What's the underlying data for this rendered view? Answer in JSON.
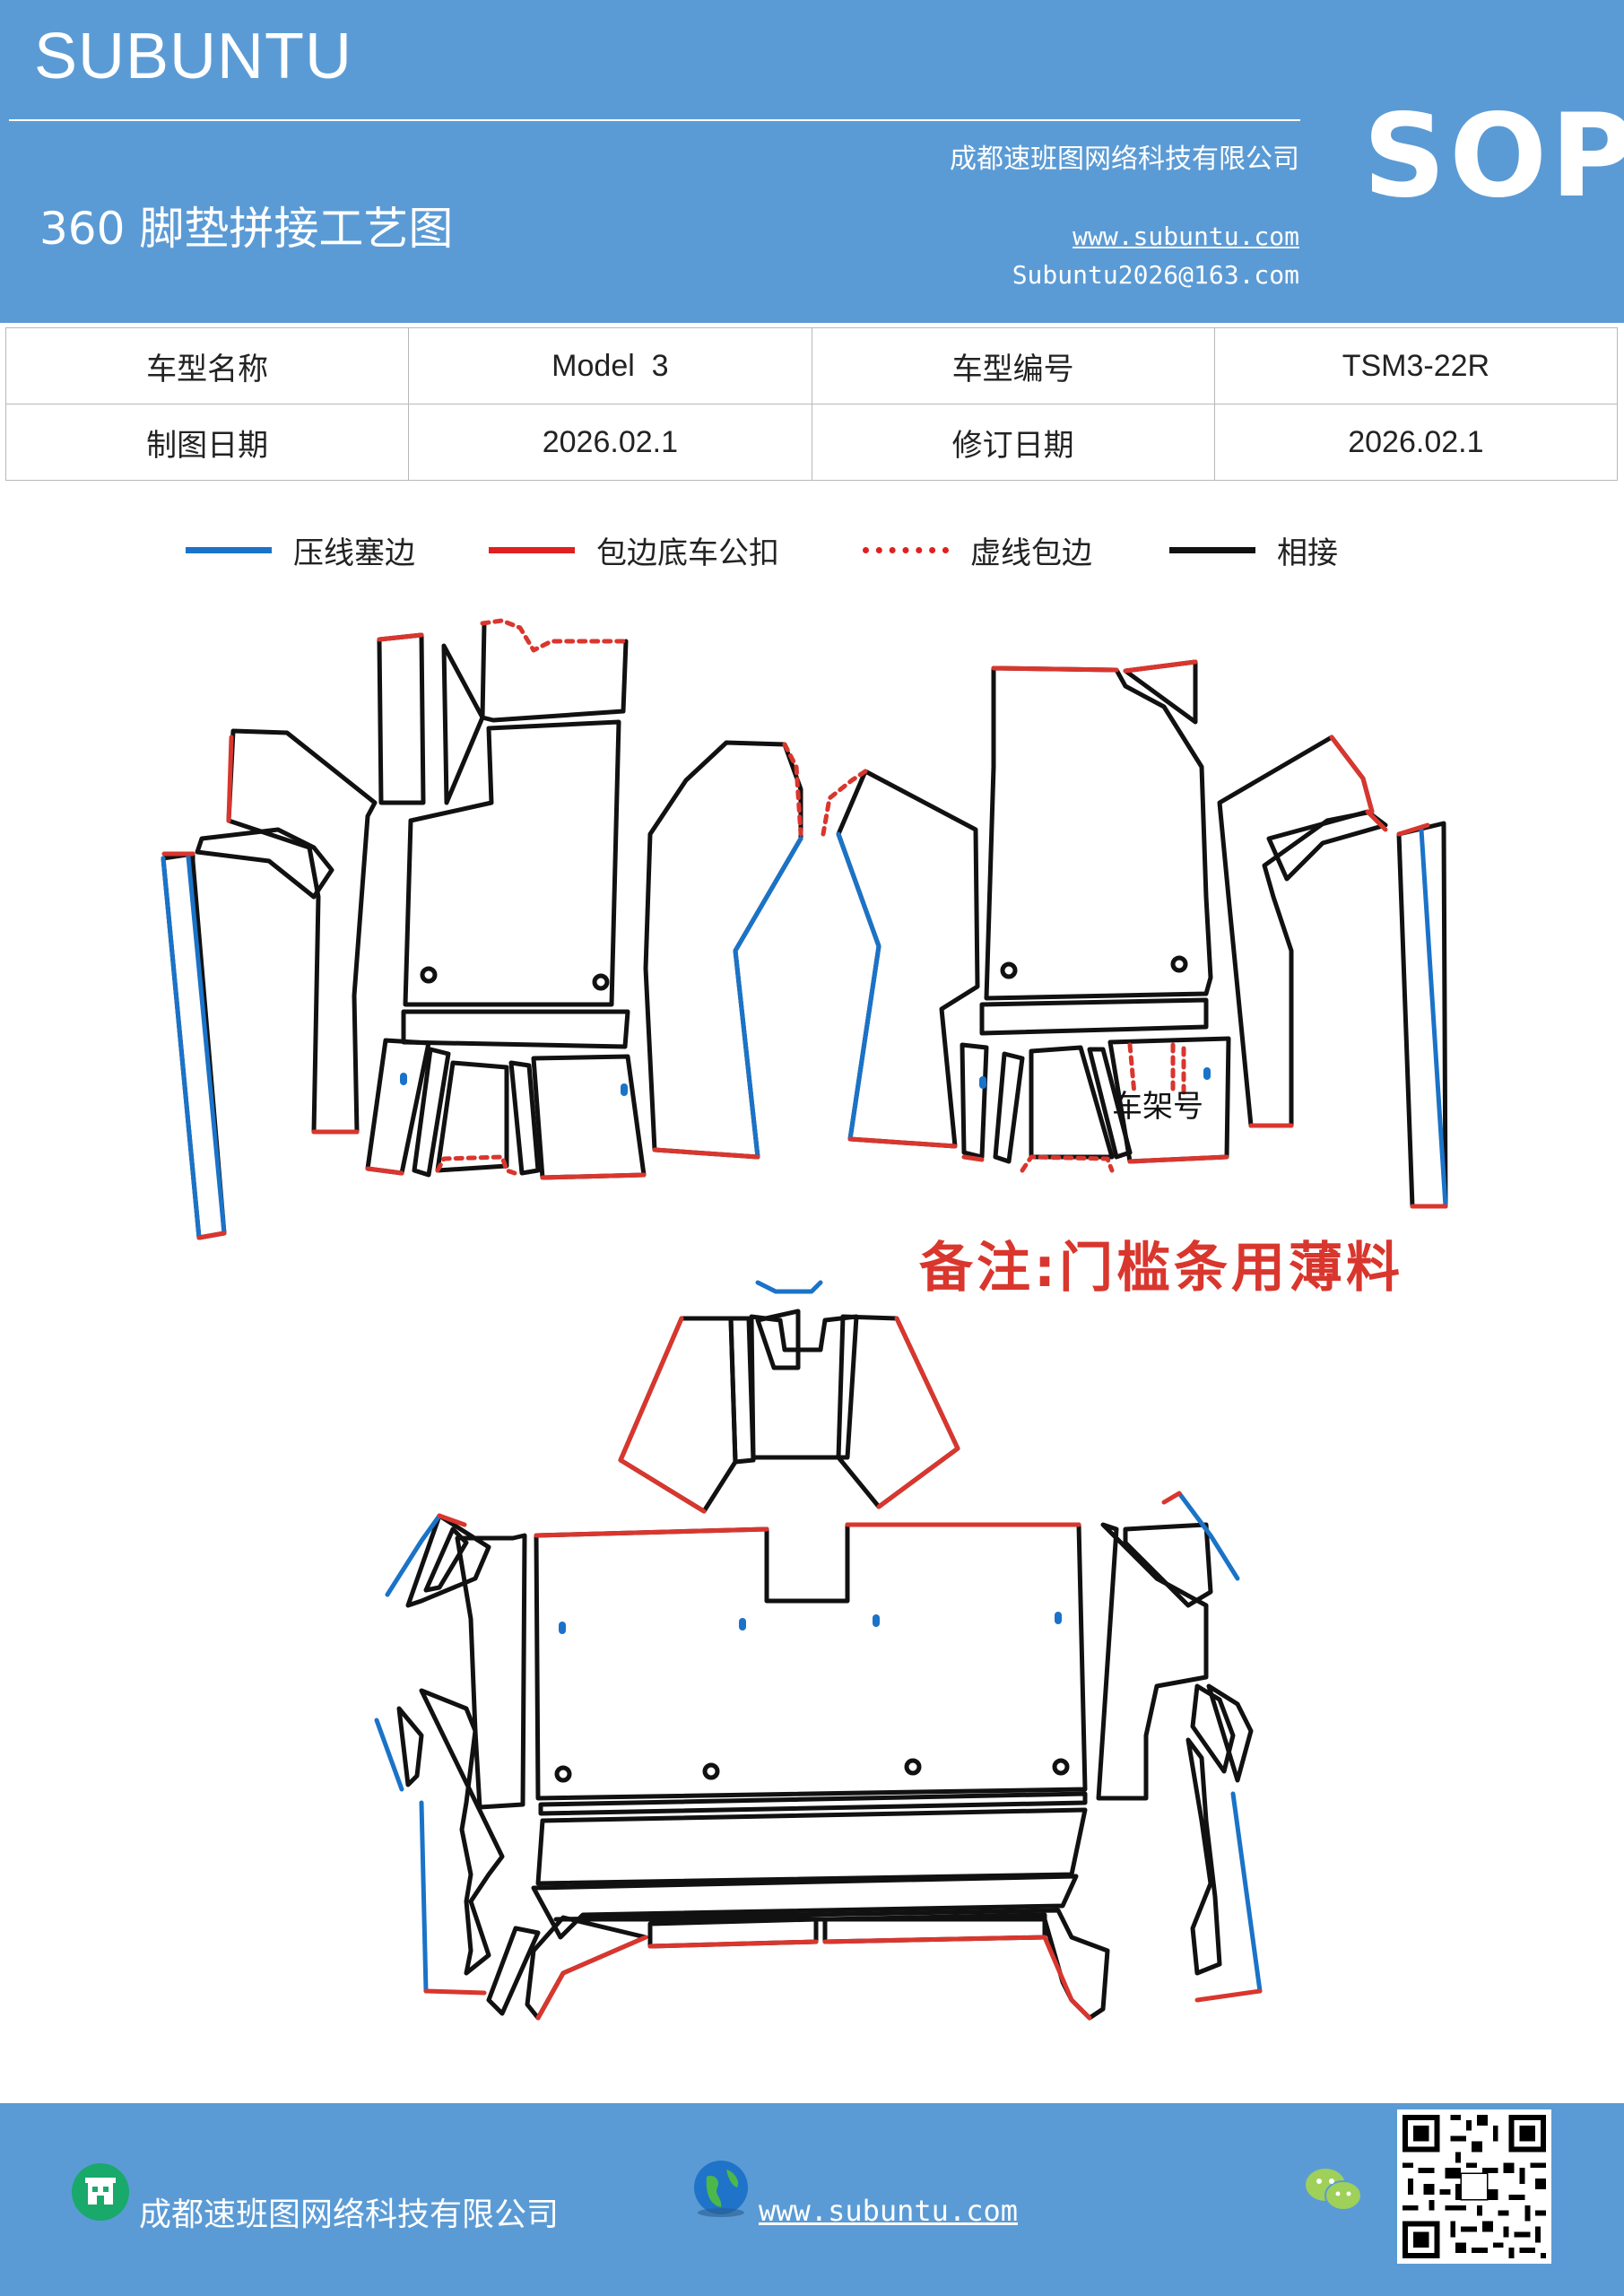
{
  "header": {
    "brand": "SUBUNTU",
    "company": "成都速班图网络科技有限公司",
    "sop": "SOP",
    "title": "360 脚垫拼接工艺图",
    "url": "www.subuntu.com",
    "email": "Subuntu2026@163.com"
  },
  "info_table": {
    "rows": [
      {
        "label1": "车型名称",
        "value1": "Model  3",
        "label2": "车型编号",
        "value2": "TSM3-22R"
      },
      {
        "label1": "制图日期",
        "value1": "2026.02.1",
        "label2": "修订日期",
        "value2": "2026.02.1"
      }
    ]
  },
  "legend": {
    "items": [
      {
        "label": "压线塞边",
        "color": "#1a73c8",
        "style": "solid"
      },
      {
        "label": "包边底车公扣",
        "color": "#e02020",
        "style": "solid"
      },
      {
        "label": "虚线包边",
        "color": "#e02020",
        "style": "dotted"
      },
      {
        "label": "相接",
        "color": "#111111",
        "style": "solid"
      }
    ]
  },
  "diagram": {
    "frame_label": "车架号",
    "note": "备注:门槛条用薄料"
  },
  "footer": {
    "company": "成都速班图网络科技有限公司",
    "url": "www.subuntu.com"
  },
  "colors": {
    "brand_blue": "#5b9bd5",
    "press_blue": "#1a73c8",
    "edge_red": "#d9362e",
    "join_black": "#111111"
  }
}
